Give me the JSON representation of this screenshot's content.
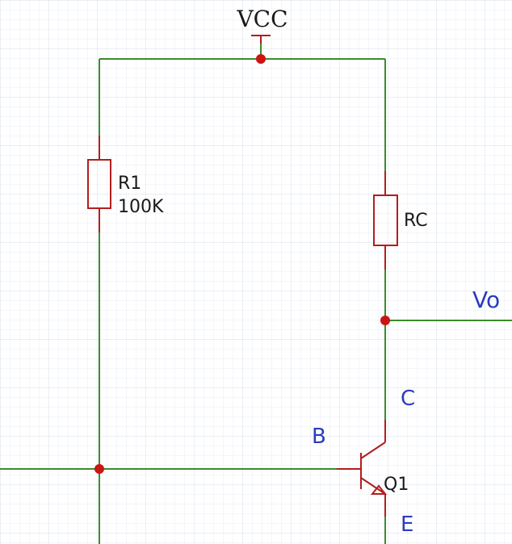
{
  "schematic": {
    "supply_label": "VCC",
    "r1": {
      "name": "R1",
      "value": "100K"
    },
    "rc": {
      "name": "RC"
    },
    "q1": {
      "name": "Q1"
    },
    "output_label": "Vo",
    "terminals": {
      "collector": "C",
      "base": "B",
      "emitter": "E"
    },
    "colors": {
      "wire": "#3c8c2c",
      "component": "#b21e1e",
      "junction": "#cc1414",
      "terminal_label": "#2a3cc0",
      "grid": "#dfe6ef"
    }
  }
}
